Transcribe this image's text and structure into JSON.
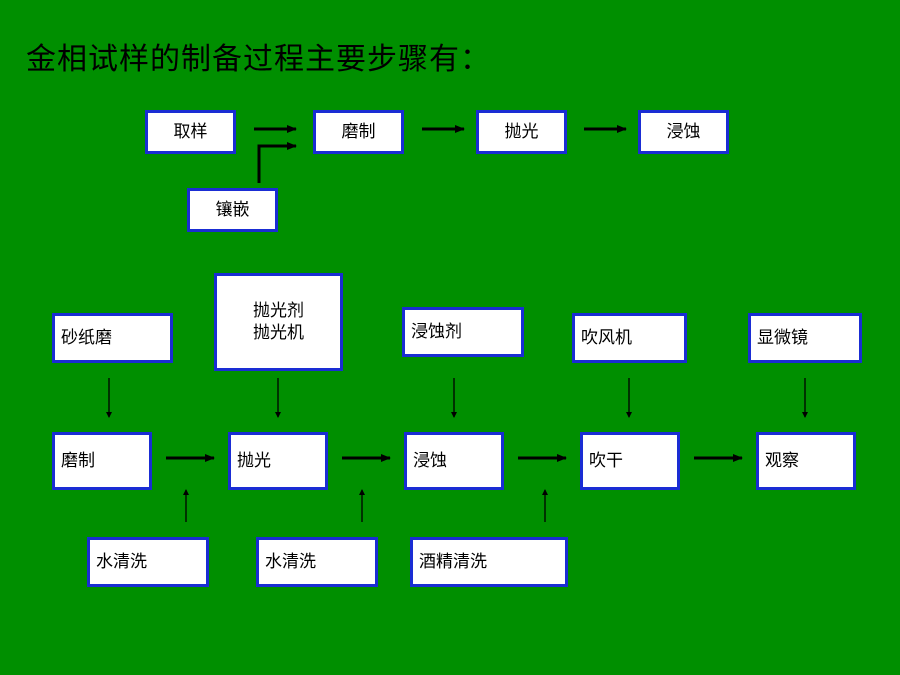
{
  "title": "金相试样的制备过程主要步骤有：",
  "top_flow": {
    "sampling": "取样",
    "grinding": "磨制",
    "polishing": "抛光",
    "etching": "浸蚀",
    "mounting": "镶嵌"
  },
  "bottom_flow": {
    "steps": [
      "磨制",
      "抛光",
      "浸蚀",
      "吹干",
      "观察"
    ],
    "tools": [
      "砂纸磨",
      "抛光剂\n抛光机",
      "浸蚀剂",
      "吹风机",
      "显微镜"
    ],
    "cleaning": [
      "水清洗",
      "水清洗",
      "酒精清洗"
    ]
  },
  "colors": {
    "background": "#008f00",
    "box_border": "#1a2dd4",
    "box_fill": "#ffffff",
    "arrow": "#000000"
  }
}
